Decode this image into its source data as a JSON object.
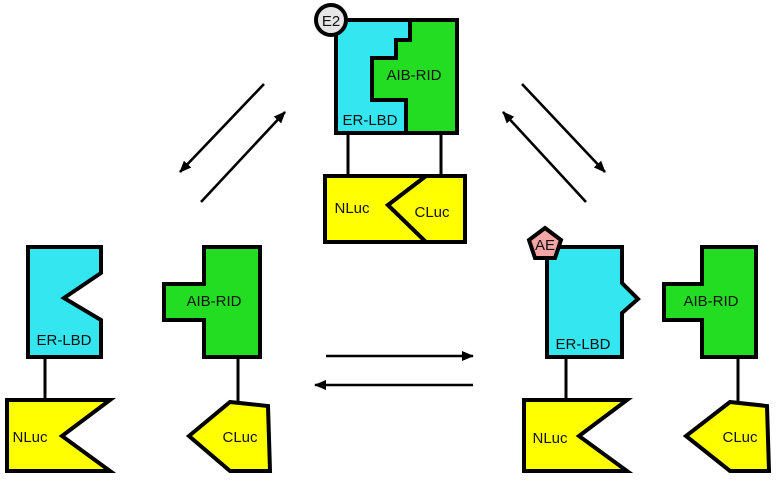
{
  "labels": {
    "er_lbd": "ER-LBD",
    "aib_rid": "AIB-RID",
    "nluc": "NLuc",
    "cluc": "CLuc",
    "e2": "E2",
    "ae": "AE"
  },
  "colors": {
    "er_lbd": "#33e6f0",
    "aib_rid": "#22dd22",
    "luciferase": "#ffff00",
    "e2_ligand": "#e6e6e6",
    "ae_ligand": "#f4a5a5"
  }
}
